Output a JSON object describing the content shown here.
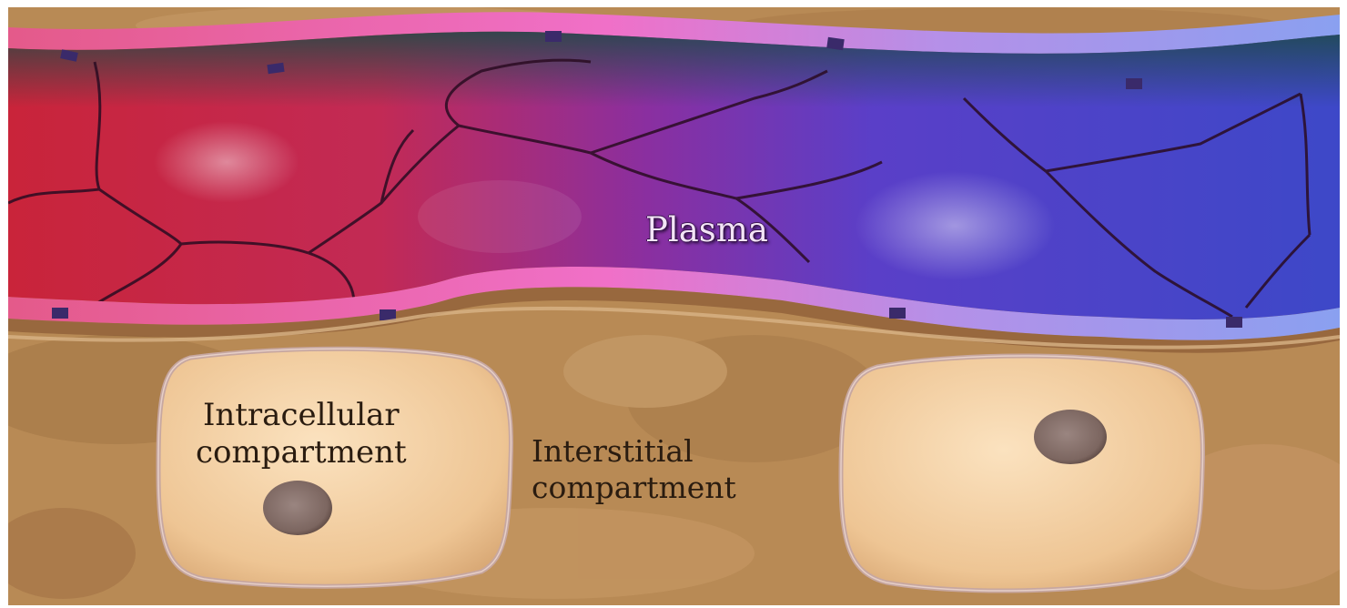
{
  "diagram": {
    "labels": {
      "plasma": "Plasma",
      "intracellular": [
        "Intracellular",
        "compartment"
      ],
      "interstitial": [
        "Interstitial",
        "compartment"
      ]
    },
    "colors": {
      "tissue": "#b88a55",
      "vessel_arterial": "#c9243a",
      "vessel_venous": "#3d48c8",
      "vessel_mid": "#8a2fa0",
      "cell_fill": "#f0c898",
      "nucleus": "#8a7670"
    }
  }
}
